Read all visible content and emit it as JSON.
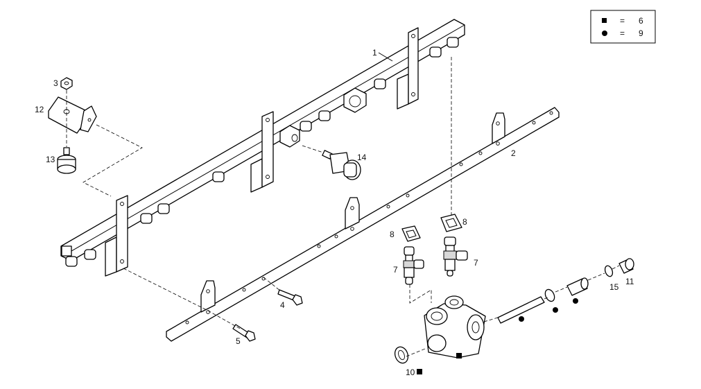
{
  "legend": {
    "rows": [
      {
        "symbol": "square",
        "eq": "=",
        "value": "6"
      },
      {
        "symbol": "circle",
        "eq": "=",
        "value": "9"
      }
    ]
  },
  "callouts": {
    "c1": "1",
    "c2": "2",
    "c3": "3",
    "c4": "4",
    "c5": "5",
    "c7a": "7",
    "c7b": "7",
    "c8a": "8",
    "c8b": "8",
    "c10": "10",
    "c11": "11",
    "c12": "12",
    "c13": "13",
    "c14": "14",
    "c15": "15"
  }
}
